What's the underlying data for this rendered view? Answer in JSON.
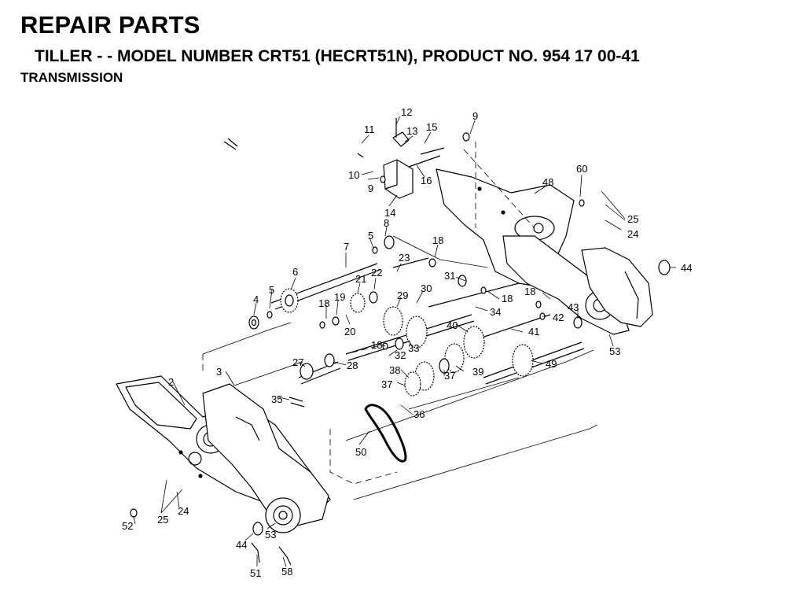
{
  "header": {
    "title": "REPAIR PARTS",
    "subtitle": "TILLER - - MODEL NUMBER CRT51 (HECRT51N), PRODUCT NO. 954 17 00-41",
    "section": "TRANSMISSION"
  },
  "callouts": [
    {
      "id": "c12",
      "text": "12"
    },
    {
      "id": "c11",
      "text": "11"
    },
    {
      "id": "c13",
      "text": "13"
    },
    {
      "id": "c15",
      "text": "15"
    },
    {
      "id": "c9a",
      "text": "9"
    },
    {
      "id": "c10",
      "text": "10"
    },
    {
      "id": "c16",
      "text": "16"
    },
    {
      "id": "c9b",
      "text": "9"
    },
    {
      "id": "c14",
      "text": "14"
    },
    {
      "id": "c60",
      "text": "60"
    },
    {
      "id": "c48",
      "text": "48"
    },
    {
      "id": "c25a",
      "text": "25"
    },
    {
      "id": "c24a",
      "text": "24"
    },
    {
      "id": "c8",
      "text": "8"
    },
    {
      "id": "c5a",
      "text": "5"
    },
    {
      "id": "c18a",
      "text": "18"
    },
    {
      "id": "c7",
      "text": "7"
    },
    {
      "id": "c23",
      "text": "23"
    },
    {
      "id": "c44a",
      "text": "44"
    },
    {
      "id": "c6",
      "text": "6"
    },
    {
      "id": "c5b",
      "text": "5"
    },
    {
      "id": "c4",
      "text": "4"
    },
    {
      "id": "c21",
      "text": "21"
    },
    {
      "id": "c22",
      "text": "22"
    },
    {
      "id": "c31",
      "text": "31"
    },
    {
      "id": "c18b",
      "text": "18"
    },
    {
      "id": "c19",
      "text": "19"
    },
    {
      "id": "c29",
      "text": "29"
    },
    {
      "id": "c30",
      "text": "30"
    },
    {
      "id": "c18c",
      "text": "18"
    },
    {
      "id": "c18d",
      "text": "18"
    },
    {
      "id": "c43",
      "text": "43"
    },
    {
      "id": "c34",
      "text": "34"
    },
    {
      "id": "c42",
      "text": "42"
    },
    {
      "id": "c20",
      "text": "20"
    },
    {
      "id": "c40",
      "text": "40"
    },
    {
      "id": "c41",
      "text": "41"
    },
    {
      "id": "c18e",
      "text": "18"
    },
    {
      "id": "c33",
      "text": "33"
    },
    {
      "id": "c32",
      "text": "32"
    },
    {
      "id": "c53a",
      "text": "53"
    },
    {
      "id": "c27",
      "text": "27"
    },
    {
      "id": "c28",
      "text": "28"
    },
    {
      "id": "c3",
      "text": "3"
    },
    {
      "id": "c38",
      "text": "38"
    },
    {
      "id": "c37a",
      "text": "37"
    },
    {
      "id": "c39",
      "text": "39"
    },
    {
      "id": "c49",
      "text": "49"
    },
    {
      "id": "c2",
      "text": "2"
    },
    {
      "id": "c37b",
      "text": "37"
    },
    {
      "id": "c35",
      "text": "35"
    },
    {
      "id": "c36",
      "text": "36"
    },
    {
      "id": "c50",
      "text": "50"
    },
    {
      "id": "c25b",
      "text": "25"
    },
    {
      "id": "c24b",
      "text": "24"
    },
    {
      "id": "c52",
      "text": "52"
    },
    {
      "id": "c53b",
      "text": "53"
    },
    {
      "id": "c44b",
      "text": "44"
    },
    {
      "id": "c51",
      "text": "51"
    },
    {
      "id": "c58",
      "text": "58"
    }
  ]
}
